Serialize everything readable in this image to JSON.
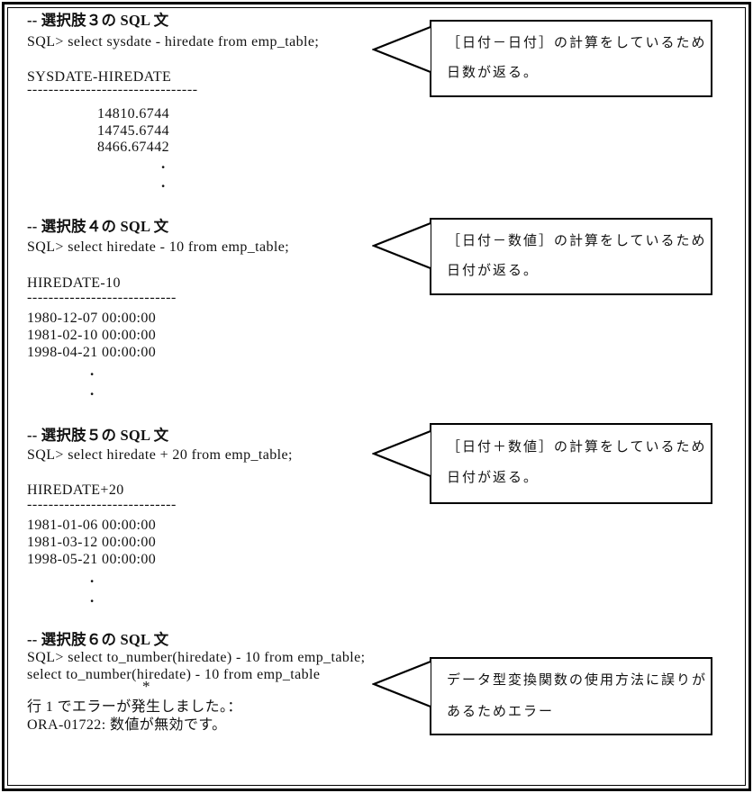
{
  "document": {
    "sections": [
      {
        "heading": "-- 選択肢３の SQL 文",
        "sql_prompt": "SQL> select sysdate - hiredate from emp_table;",
        "column_header": "SYSDATE-HIREDATE",
        "separator": "--------------------------------",
        "values": [
          "14810.6744",
          "14745.6744",
          "8466.67442"
        ],
        "continuation_dots": [
          ".",
          "."
        ]
      },
      {
        "heading": "-- 選択肢４の SQL 文",
        "sql_prompt": "SQL> select hiredate - 10 from emp_table;",
        "column_header": "HIREDATE-10",
        "separator": "----------------------------",
        "values": [
          "1980-12-07 00:00:00",
          "1981-02-10 00:00:00",
          "1998-04-21 00:00:00"
        ],
        "continuation_dots": [
          ".",
          "."
        ]
      },
      {
        "heading": "-- 選択肢５の SQL 文",
        "sql_prompt": "SQL> select hiredate + 20 from emp_table;",
        "column_header": "HIREDATE+20",
        "separator": "----------------------------",
        "values": [
          "1981-01-06 00:00:00",
          "1981-03-12 00:00:00",
          "1998-05-21 00:00:00"
        ],
        "continuation_dots": [
          ".",
          "."
        ]
      },
      {
        "heading": "-- 選択肢６の SQL 文",
        "sql_prompt": "SQL> select to_number(hiredate) - 10 from emp_table;",
        "echo_line": "select to_number(hiredate) - 10 from emp_table",
        "error_marker": "*",
        "error_lines": [
          "行 1 でエラーが発生しました。：",
          "ORA-01722: 数値が無効です。"
        ]
      }
    ],
    "callouts": [
      {
        "line1": "［日付－日付］の計算をしているため",
        "line2": "日数が返る。"
      },
      {
        "line1": "［日付－数値］の計算をしているため",
        "line2": "日付が返る。"
      },
      {
        "line1": "［日付＋数値］の計算をしているため",
        "line2": "日付が返る。"
      },
      {
        "line1": "データ型変換関数の使用方法に誤りが",
        "line2": "あるためエラー"
      }
    ],
    "colors": {
      "text": "#121212",
      "border": "#000000",
      "background": "#ffffff"
    }
  }
}
